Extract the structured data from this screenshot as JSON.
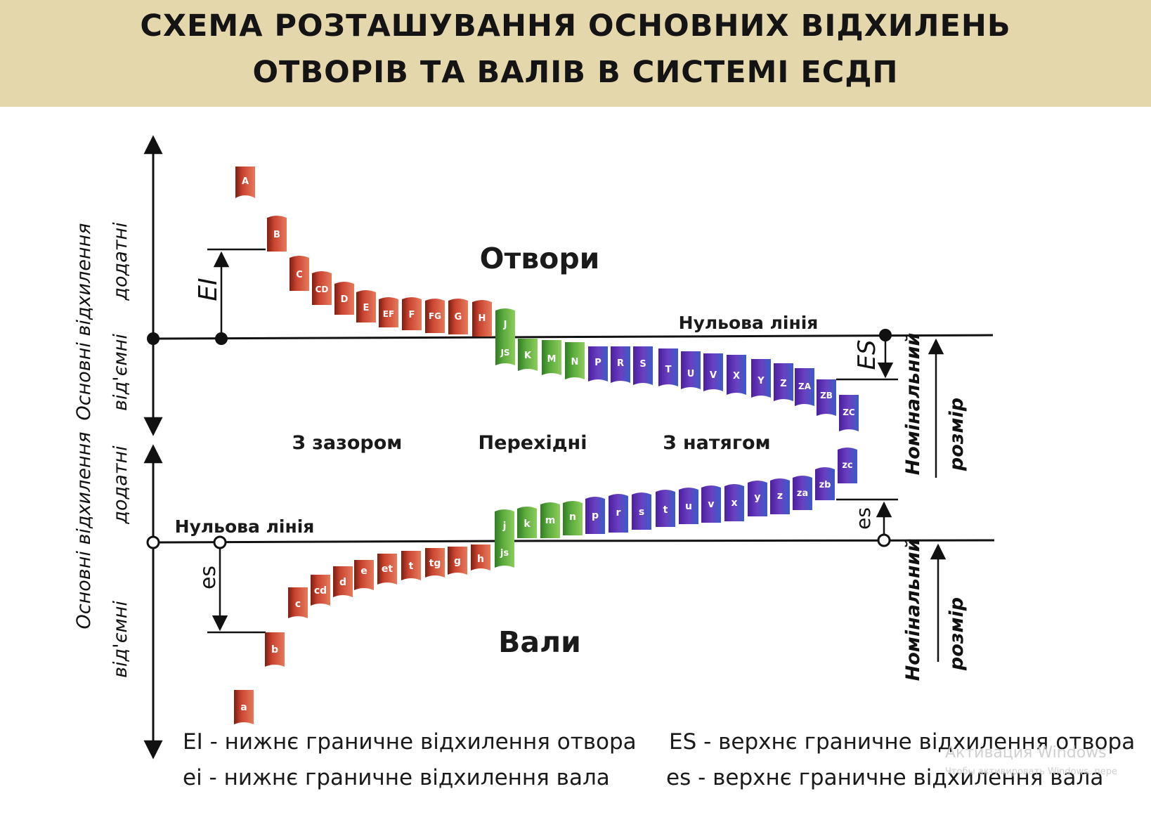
{
  "title": {
    "line1": "СХЕМА РОЗТАШУВАННЯ ОСНОВНИХ ВІДХИЛЕНЬ",
    "line2": "ОТВОРІВ ТА ВАЛІВ В СИСТЕМІ ЕСДП"
  },
  "holes": {
    "label": "Отвори",
    "zero_line_label": "Нульова лінія",
    "ei_marker": "EI",
    "es_marker": "ES",
    "letters": [
      "A",
      "B",
      "C",
      "CD",
      "D",
      "E",
      "EF",
      "F",
      "FG",
      "G",
      "H",
      "J",
      "JS",
      "K",
      "M",
      "N",
      "P",
      "R",
      "S",
      "T",
      "U",
      "V",
      "X",
      "Y",
      "Z",
      "ZA",
      "ZB",
      "ZC"
    ]
  },
  "shafts": {
    "label": "Вали",
    "zero_line_label": "Нульова лінія",
    "es_lower_marker": "es",
    "es_upper_marker": "es",
    "letters": [
      "a",
      "b",
      "c",
      "cd",
      "d",
      "e",
      "et",
      "t",
      "tg",
      "g",
      "h",
      "j",
      "js",
      "k",
      "m",
      "n",
      "p",
      "r",
      "s",
      "t",
      "u",
      "v",
      "x",
      "y",
      "z",
      "za",
      "zb",
      "zc"
    ]
  },
  "zones": {
    "clearance": "З зазором",
    "transition": "Перехідні",
    "interference": "З натягом"
  },
  "axis": {
    "title": "Основні відхилення",
    "positive": "додатні",
    "negative": "від'ємні"
  },
  "nominal_size": {
    "line1": "Номінальний",
    "line2": "розмір"
  },
  "legend": {
    "EI": "EI - нижнє граничне відхилення отвора",
    "ei": "ei - нижнє граничне відхилення вала",
    "ES": "ES - верхнє граничне відхилення отвора",
    "es": "es - верхнє граничне відхилення вала"
  },
  "watermark": {
    "line1": "Активация Windows",
    "line2": "Чтобы активировать Windows, пере"
  },
  "colors": {
    "clearance_red": "#c8432f",
    "transition_green": "#5aaa3c",
    "interference_purple": "#6a40c0",
    "interference_blue": "#3a5cc8",
    "title_band": "#e4d7ac"
  }
}
